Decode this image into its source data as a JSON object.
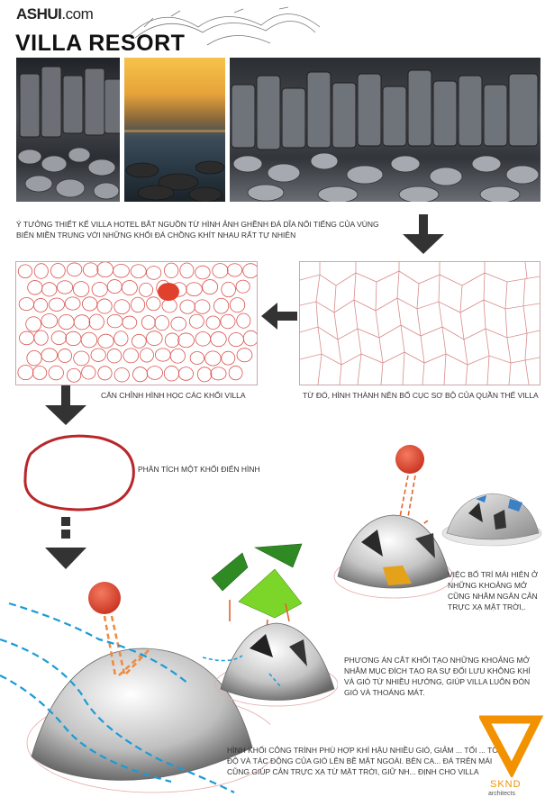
{
  "header": {
    "logo_main": "ASHUI",
    "logo_suffix": ".com",
    "title": "VILLA RESORT"
  },
  "captions": {
    "idea": "Ý TƯỞNG THIẾT KẾ VILLA HOTEL BẮT NGUỒN TỪ HÌNH ẢNH GHỀNH ĐÁ DĨA NỔI TIẾNG CỦA VÙNG BIỂN MIỀN TRUNG VỚI NHỮNG KHỐI ĐÁ CHỒNG KHÍT NHAU RẤT TỰ NHIÊN",
    "align_geometry": "CĂN CHỈNH HÌNH HỌC CÁC KHỐI VILLA",
    "layout": "TỪ ĐÓ, HÌNH THÀNH NÊN BỐ CỤC SƠ BỘ CỦA QUẦN THỂ VILLA",
    "analysis": "PHÂN TÍCH MỘT KHỐI ĐIỂN HÌNH",
    "eaves": "VIỆC BỐ TRÍ MÁI HIÊN Ở NHỮNG KHOẢNG MỞ CŨNG NHẰM NGĂN CẢN TRỰC XẠ MẶT TRỜI,.",
    "cutting": "PHƯƠNG ÁN CẮT KHỐI TẠO NHỮNG KHOẢNG MỞ NHẰM MỤC ĐÍCH TẠO RA SỰ ĐỐI LƯU KHÔNG KHÍ VÀ GIÓ TỪ NHIỀU HƯỚNG, GIÚP VILLA LUÔN ĐÓN GIÓ VÀ THOÁNG MÁT.",
    "climate": "HÌNH KHỐI CÔNG TRÌNH PHÙ HỢP KHÍ HẬU NHIỀU GIÓ, GIẢM ... TỐI ... TỐC ĐỘ VÀ TÁC ĐỘNG CỦA GIÓ LÊN BỀ MẶT NGOÀI. BÊN CẠ... ĐÁ TRÊN MÁI CŨNG GIÚP CẢN TRỰC XẠ TỪ MẶT TRỜI, GIỮ NH... ĐỊNH CHO VILLA"
  },
  "brand": {
    "name": "SKND",
    "sub": "architects"
  },
  "colors": {
    "accent_orange": "#f39200",
    "sun_red": "#e0412c",
    "cell_red": "#d9534f",
    "wind_blue": "#1a9bd7",
    "arrow_dark": "#333333",
    "cut_green": "#7cd629"
  },
  "icons": {
    "arrow_down": "arrow-down-icon",
    "arrow_left": "arrow-left-icon",
    "sun": "sun-icon"
  }
}
